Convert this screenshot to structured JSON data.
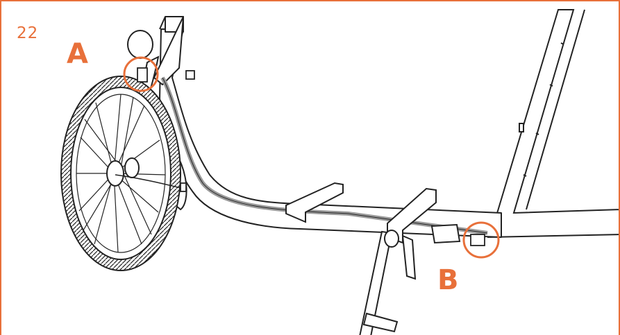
{
  "step": {
    "number": "22"
  },
  "callouts": [
    {
      "id": "A",
      "label": "A"
    },
    {
      "id": "B",
      "label": "B"
    }
  ],
  "colors": {
    "accent": "#e8703a",
    "line": "#222222",
    "cable": "#9a9a9a"
  },
  "icons": [
    "front-wheel-icon",
    "cargo-bike-frame-icon",
    "kickstand-icon",
    "cable-clamp-icon"
  ]
}
